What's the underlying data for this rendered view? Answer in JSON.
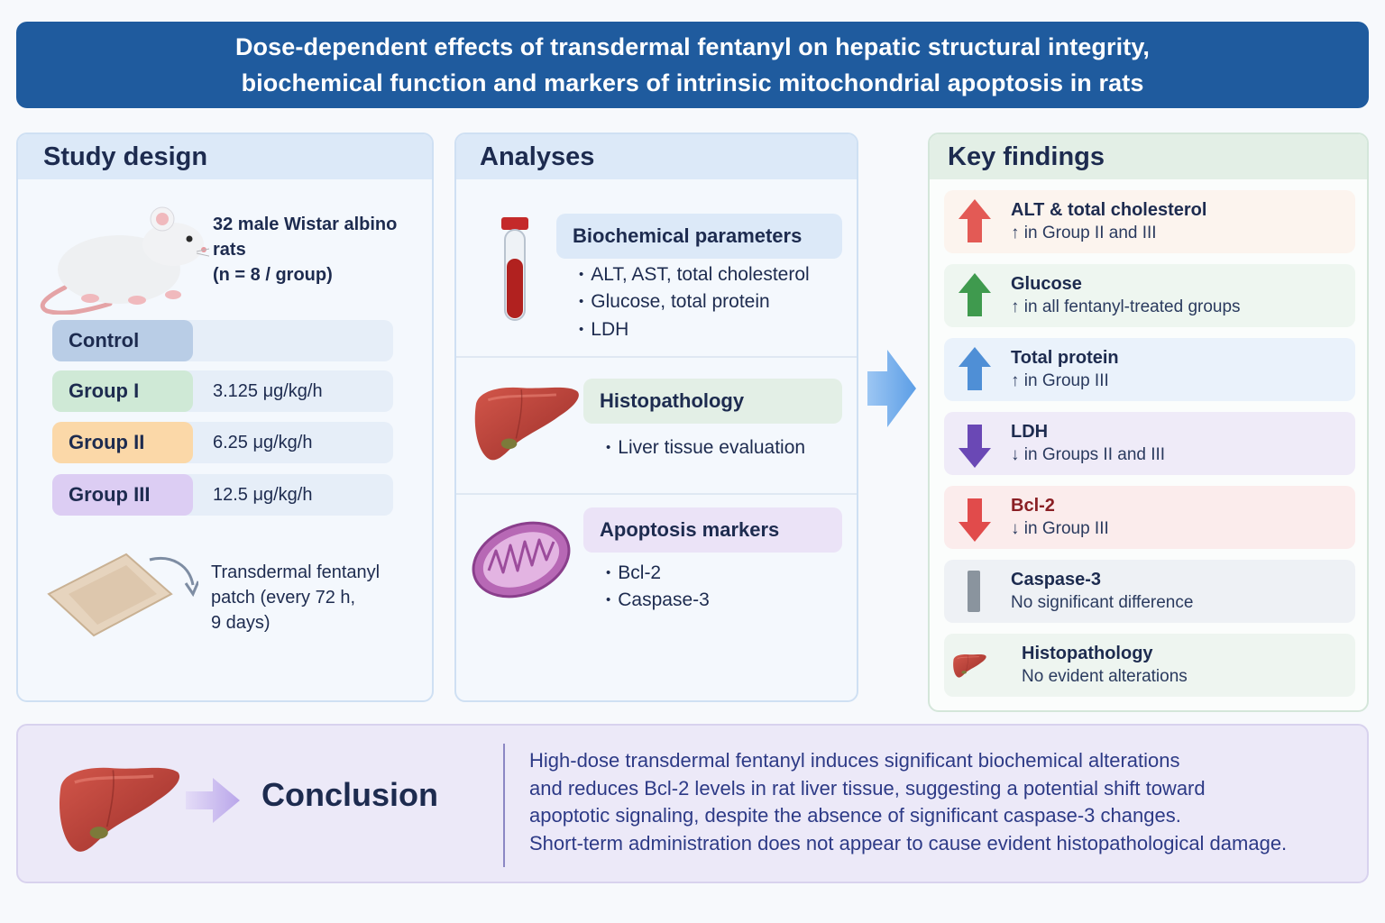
{
  "header": {
    "line1": "Dose-dependent effects of transdermal fentanyl on hepatic structural integrity,",
    "line2": "biochemical function and markers of intrinsic mitochondrial apoptosis in rats"
  },
  "study_design": {
    "title": "Study design",
    "subjects_line1": "32 male Wistar albino rats",
    "subjects_line2": "(n = 8 / group)",
    "groups": [
      {
        "label": "Control",
        "dose": "",
        "color": "#b9cde6"
      },
      {
        "label": "Group I",
        "dose": "3.125 μg/kg/h",
        "color": "#cfe9d6"
      },
      {
        "label": "Group II",
        "dose": "6.25 μg/kg/h",
        "color": "#fbd8a8"
      },
      {
        "label": "Group III",
        "dose": "12.5 μg/kg/h",
        "color": "#dccdf3"
      }
    ],
    "patch_line1": "Transdermal fentanyl",
    "patch_line2": "patch (every 72 h,",
    "patch_line3": "9 days)"
  },
  "analyses": {
    "title": "Analyses",
    "sections": [
      {
        "title": "Biochemical parameters",
        "color": "#dce9f8",
        "items": [
          "ALT, AST, total cholesterol",
          "Glucose, total protein",
          "LDH"
        ]
      },
      {
        "title": "Histopathology",
        "color": "#e3efe6",
        "items": [
          "Liver tissue evaluation"
        ]
      },
      {
        "title": "Apoptosis markers",
        "color": "#ebe3f7",
        "items": [
          "Bcl-2",
          "Caspase-3"
        ]
      }
    ]
  },
  "key_findings": {
    "title": "Key findings",
    "items": [
      {
        "title": "ALT & total cholesterol",
        "desc": "↑ in Group II and III",
        "icon": "arrow-up-icon",
        "color": "#e35a55",
        "bg": "#fcf4ee"
      },
      {
        "title": "Glucose",
        "desc": "↑ in all fentanyl-treated groups",
        "icon": "arrow-up-icon",
        "color": "#3f9a4e",
        "bg": "#eef6f0"
      },
      {
        "title": "Total protein",
        "desc": "↑ in Group III",
        "icon": "arrow-up-icon",
        "color": "#4f8fd6",
        "bg": "#eaf2fb"
      },
      {
        "title": "LDH",
        "desc": "↓ in Groups II and III",
        "icon": "arrow-down-icon",
        "color": "#6a48b5",
        "bg": "#efebf8"
      },
      {
        "title": "Bcl-2",
        "desc": "↓ in Group III",
        "icon": "arrow-down-icon",
        "color": "#e14b4b",
        "bg": "#fbecec",
        "title_color": "#8a1f24"
      },
      {
        "title": "Caspase-3",
        "desc": "No significant difference",
        "icon": "bar-icon",
        "color": "#8a949e",
        "bg": "#eef1f5"
      },
      {
        "title": "Histopathology",
        "desc": "No evident alterations",
        "icon": "liver-icon",
        "color": "#b5423a",
        "bg": "#eef5f0"
      }
    ]
  },
  "conclusion": {
    "title": "Conclusion",
    "line1": "High-dose transdermal fentanyl induces significant biochemical alterations",
    "line2": "and reduces Bcl-2 levels in rat liver tissue, suggesting a potential shift toward",
    "line3": "apoptotic signaling, despite the absence of significant caspase-3 changes.",
    "line4": "Short-term administration does not appear to cause evident histopathological damage."
  }
}
